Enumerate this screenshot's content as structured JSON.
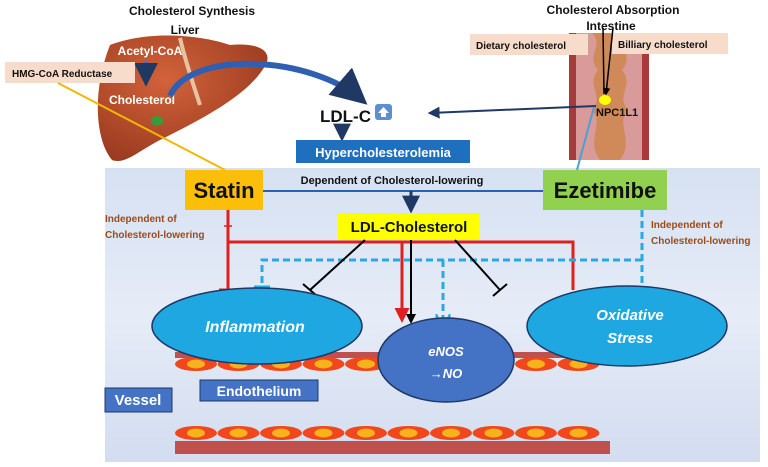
{
  "liver": {
    "title": "Cholesterol Synthesis",
    "organ": "Liver",
    "acetyl": "Acetyl-CoA",
    "cholesterol": "Cholesterol",
    "enzyme": "HMG-CoA Reductase"
  },
  "intestine": {
    "title": "Cholesterol Absorption",
    "organ": "Intestine",
    "dietary": "Dietary cholesterol",
    "biliary": "Billiary cholesterol",
    "transporter": "NPC1L1"
  },
  "ldlc": {
    "label": "LDL-C",
    "icon": "up-arrow-icon"
  },
  "hyper": "Hypercholesterolemia",
  "statin": "Statin",
  "ezetimibe": "Ezetimibe",
  "dependent": "Dependent of Cholesterol-lowering",
  "independent_left": [
    "Independent of",
    "Cholesterol-lowering"
  ],
  "independent_right": [
    "Independent of",
    "Cholesterol-lowering"
  ],
  "ldl_box": "LDL-Cholesterol",
  "inflammation": "Inflammation",
  "oxidative": [
    "Oxidative",
    "Stress"
  ],
  "enos": [
    "eNOS",
    "→NO"
  ],
  "endothelium": "Endothelium",
  "vessel": "Vessel",
  "colors": {
    "statin": "#fbbf0a",
    "ezetimibe": "#92d050",
    "ldl": "#ffff00",
    "hyper": "#1f6fbf",
    "red_path": "#e02020",
    "dashed_path": "#27a9e1",
    "inflammation": "#1ea7e1",
    "enos": "#4472c4"
  }
}
